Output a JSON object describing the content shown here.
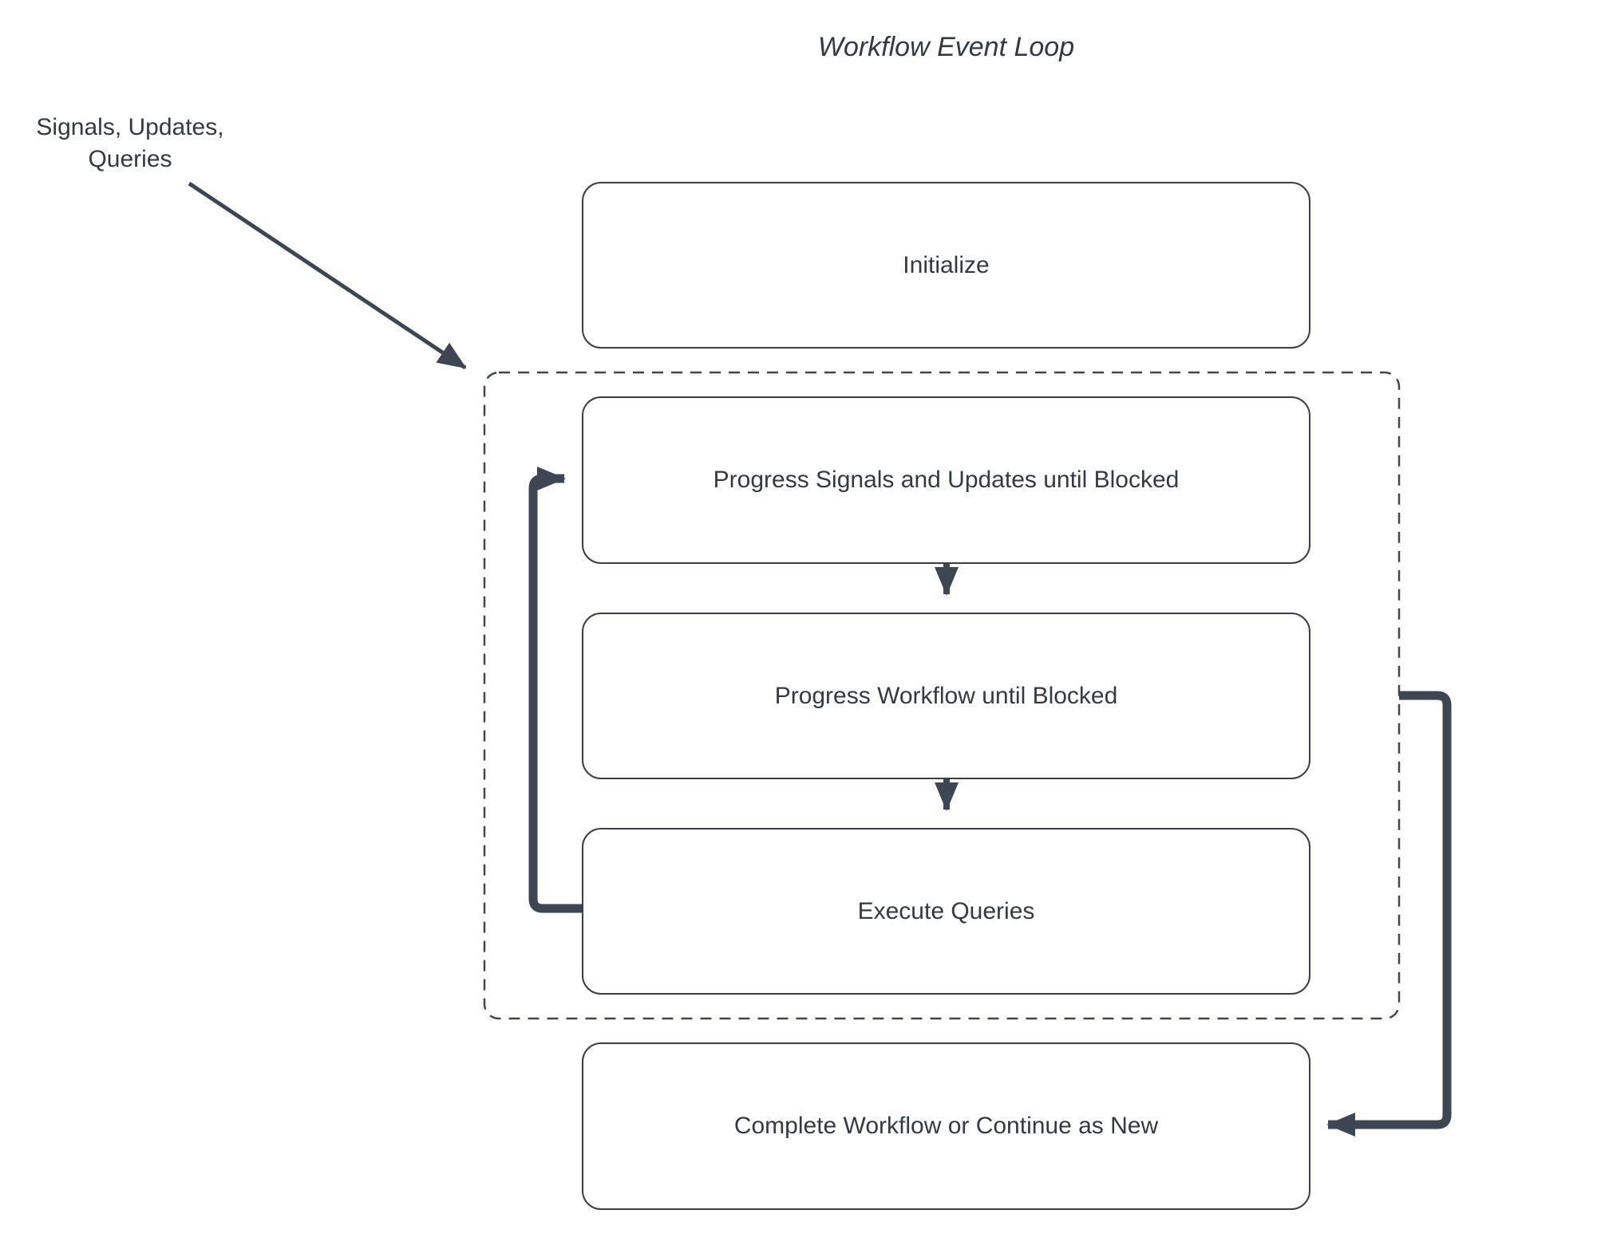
{
  "title": "Workflow Event Loop",
  "annotation": {
    "text": "Signals, Updates,\nQueries"
  },
  "nodes": {
    "initialize": "Initialize",
    "progress_signals": "Progress Signals and Updates until Blocked",
    "progress_workflow": "Progress Workflow until Blocked",
    "execute_queries": "Execute Queries",
    "complete": "Complete Workflow or Continue as New"
  },
  "connectors": {
    "external_events_arrow": "annotation to event-loop region",
    "loop_back_arrow": "Execute Queries to Progress Signals and Updates until Blocked",
    "exit_arrow": "event-loop region to Complete Workflow or Continue as New"
  },
  "colors": {
    "connector": "#3e4653",
    "box_border": "#3a3f46",
    "text": "#343a40",
    "dashed_border": "#42474d",
    "background": "#ffffff"
  }
}
